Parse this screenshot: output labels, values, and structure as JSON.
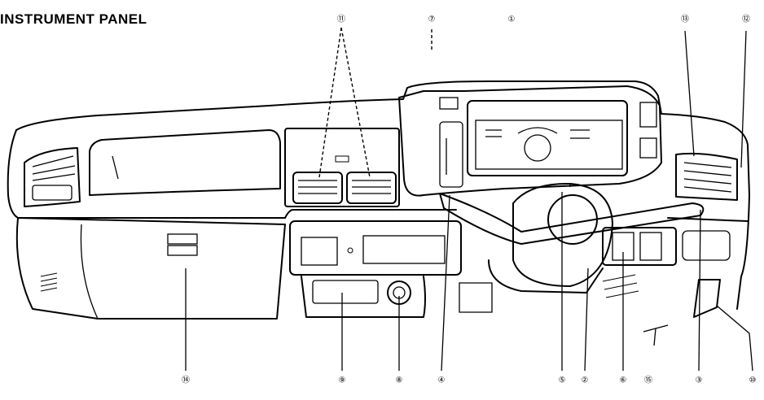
{
  "title": "INSTRUMENT PANEL",
  "callouts": [
    {
      "id": "11",
      "label": "⑪"
    },
    {
      "id": "7",
      "label": "⑦"
    },
    {
      "id": "1",
      "label": "①"
    },
    {
      "id": "13",
      "label": "⑬"
    },
    {
      "id": "12",
      "label": "⑫"
    },
    {
      "id": "14",
      "label": "⑭"
    },
    {
      "id": "9",
      "label": "⑨"
    },
    {
      "id": "8",
      "label": "⑧"
    },
    {
      "id": "4",
      "label": "④"
    },
    {
      "id": "5",
      "label": "⑤"
    },
    {
      "id": "2",
      "label": "②"
    },
    {
      "id": "6",
      "label": "⑥"
    },
    {
      "id": "15",
      "label": "⑮"
    },
    {
      "id": "3",
      "label": "③"
    },
    {
      "id": "10",
      "label": "⑩"
    }
  ]
}
